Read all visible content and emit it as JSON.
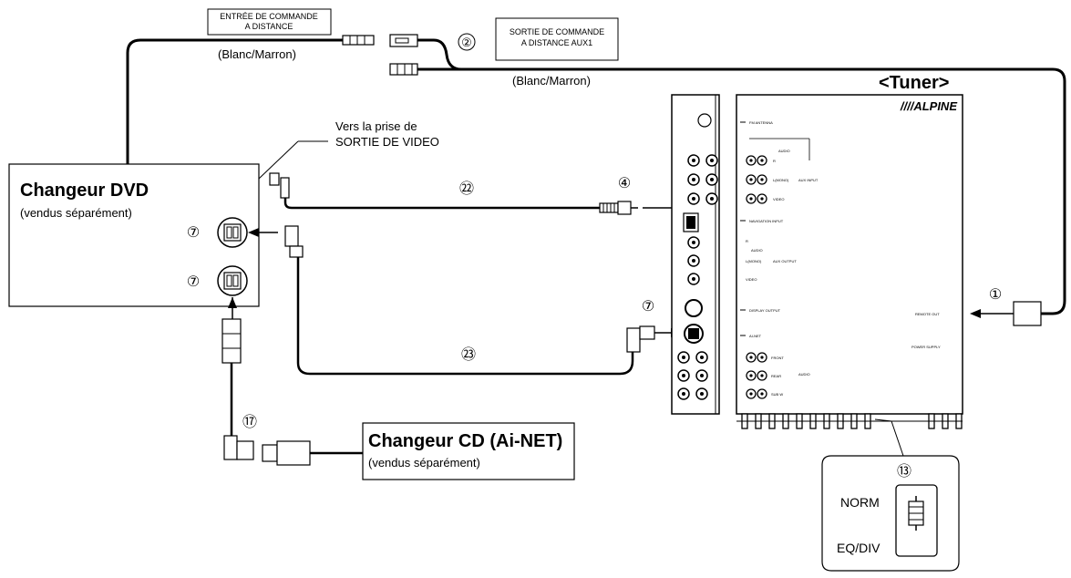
{
  "labels": {
    "remote_in": "ENTRÉE DE COMMANDE",
    "remote_in_2": "A DISTANCE",
    "remote_in_color": "(Blanc/Marron)",
    "remote_out": "SORTIE DE COMMANDE",
    "remote_out_2": "A DISTANCE AUX1",
    "remote_out_color": "(Blanc/Marron)",
    "video_out": "Vers la prise de",
    "video_out_2": "SORTIE DE VIDEO",
    "tuner": "<Tuner>",
    "brand": "////ALPINE",
    "dvd_title": "Changeur DVD",
    "dvd_sub": "(vendus séparément)",
    "cd_title": "Changeur CD (Ai-NET)",
    "cd_sub": "(vendus séparément)",
    "norm": "NORM",
    "eqdiv": "EQ/DIV"
  },
  "callouts": {
    "c1": "①",
    "c2": "②",
    "c4": "④",
    "c7a": "⑦",
    "c7b": "⑦",
    "c7c": "⑦",
    "c13": "⑬",
    "c17": "⑰",
    "c22": "㉒",
    "c23": "㉓"
  },
  "panel": {
    "fm_antenna": "FM ANTENNA",
    "audio": "AUDIO",
    "r": "R",
    "l_mono": "L(MONO)",
    "video": "VIDEO",
    "aux_input": "AUX INPUT",
    "nav_input": "NAVIGATION INPUT",
    "aux_output": "AUX OUTPUT",
    "display_output": "DISPLAY OUTPUT",
    "ai_net": "AI-NET",
    "remote_out": "REMOTE OUT",
    "power_supply": "POWER SUPPLY",
    "front": "FRONT",
    "rear": "REAR",
    "sub_w": "SUB W"
  }
}
